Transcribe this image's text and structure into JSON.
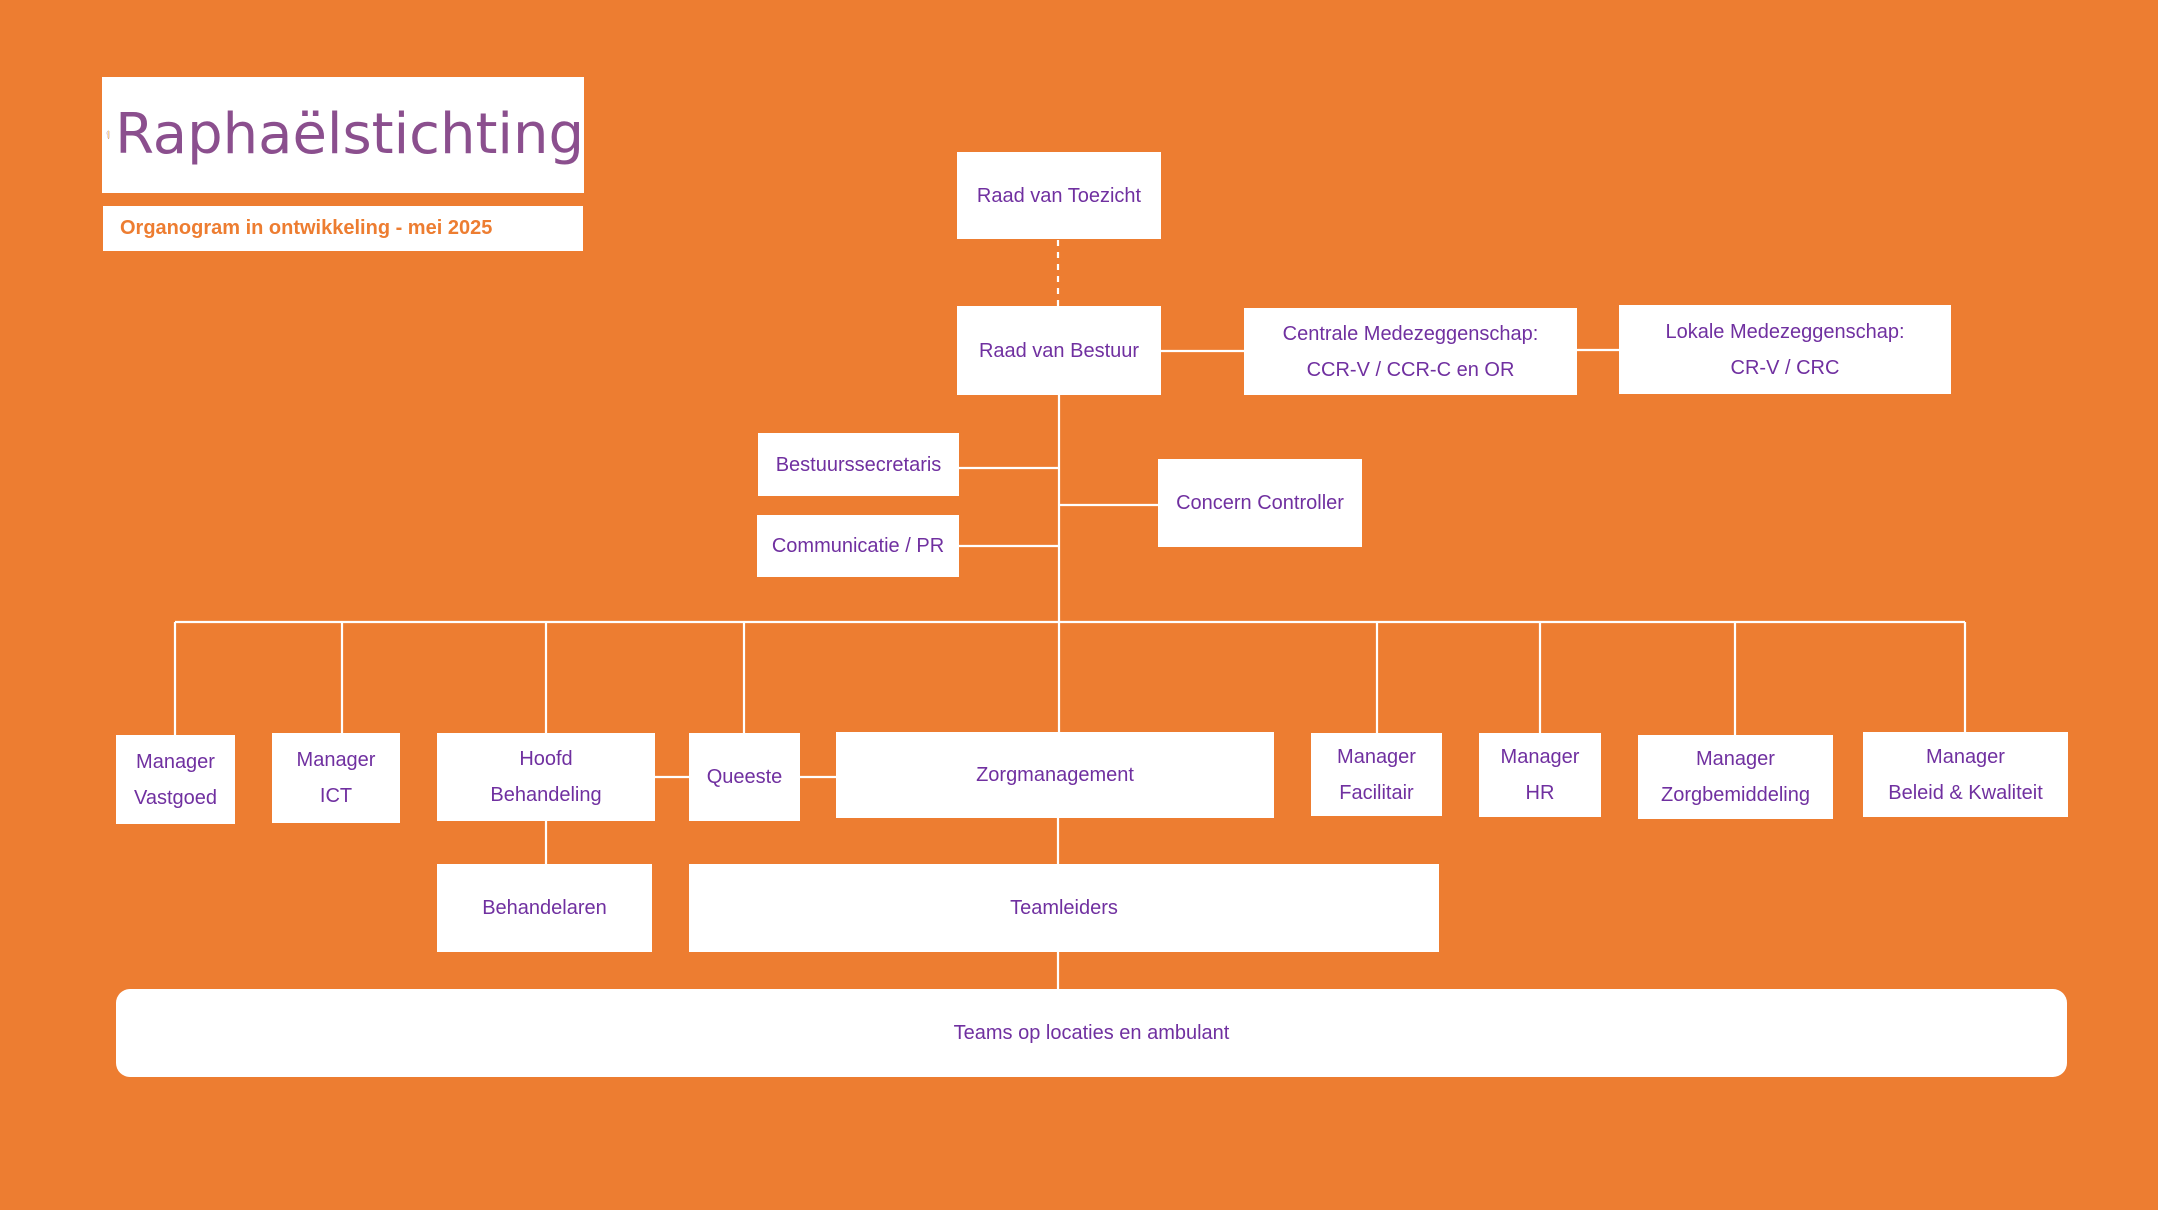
{
  "header": {
    "logo_text": "Raphaëlstichting",
    "subtitle": "Organogram in ontwikkeling - mei 2025"
  },
  "colors": {
    "background": "#ED7D31",
    "box_fill": "#FFFFFF",
    "box_text": "#7030A0",
    "logo_text": "#8B4F8E",
    "subtitle_text": "#ED7D31",
    "connector": "#FFFFFF"
  },
  "nodes": {
    "raad_van_toezicht": {
      "lines": [
        "Raad van Toezicht"
      ]
    },
    "raad_van_bestuur": {
      "lines": [
        "Raad van Bestuur"
      ]
    },
    "centrale_medezeggenschap": {
      "lines": [
        "Centrale Medezeggenschap:",
        "CCR-V / CCR-C en OR"
      ]
    },
    "lokale_medezeggenschap": {
      "lines": [
        "Lokale Medezeggenschap:",
        "CR-V / CRC"
      ]
    },
    "bestuurssecretaris": {
      "lines": [
        "Bestuurssecretaris"
      ]
    },
    "communicatie_pr": {
      "lines": [
        "Communicatie / PR"
      ]
    },
    "concern_controller": {
      "lines": [
        "Concern Controller"
      ]
    },
    "manager_vastgoed": {
      "lines": [
        "Manager",
        "Vastgoed"
      ]
    },
    "manager_ict": {
      "lines": [
        "Manager",
        "ICT"
      ]
    },
    "hoofd_behandeling": {
      "lines": [
        "Hoofd",
        "Behandeling"
      ]
    },
    "queeste": {
      "lines": [
        "Queeste"
      ]
    },
    "zorgmanagement": {
      "lines": [
        "Zorgmanagement"
      ]
    },
    "manager_facilitair": {
      "lines": [
        "Manager",
        "Facilitair"
      ]
    },
    "manager_hr": {
      "lines": [
        "Manager",
        "HR"
      ]
    },
    "manager_zorgbemiddeling": {
      "lines": [
        "Manager",
        "Zorgbemiddeling"
      ]
    },
    "manager_beleid_kwaliteit": {
      "lines": [
        "Manager",
        "Beleid & Kwaliteit"
      ]
    },
    "behandelaren": {
      "lines": [
        "Behandelaren"
      ]
    },
    "teamleiders": {
      "lines": [
        "Teamleiders"
      ]
    },
    "teams": {
      "lines": [
        "Teams op locaties en ambulant"
      ]
    }
  },
  "connections": [
    {
      "from": "raad_van_toezicht",
      "to": "raad_van_bestuur",
      "style": "dashed"
    },
    {
      "from": "raad_van_bestuur",
      "to": "centrale_medezeggenschap",
      "style": "solid"
    },
    {
      "from": "centrale_medezeggenschap",
      "to": "lokale_medezeggenschap",
      "style": "solid"
    },
    {
      "from": "raad_van_bestuur",
      "to": "bestuurssecretaris",
      "style": "solid"
    },
    {
      "from": "raad_van_bestuur",
      "to": "communicatie_pr",
      "style": "solid"
    },
    {
      "from": "raad_van_bestuur",
      "to": "concern_controller",
      "style": "solid"
    },
    {
      "from": "raad_van_bestuur",
      "to": "manager_vastgoed",
      "style": "solid"
    },
    {
      "from": "raad_van_bestuur",
      "to": "manager_ict",
      "style": "solid"
    },
    {
      "from": "raad_van_bestuur",
      "to": "hoofd_behandeling",
      "style": "solid"
    },
    {
      "from": "raad_van_bestuur",
      "to": "queeste",
      "style": "solid"
    },
    {
      "from": "raad_van_bestuur",
      "to": "zorgmanagement",
      "style": "solid"
    },
    {
      "from": "raad_van_bestuur",
      "to": "manager_facilitair",
      "style": "solid"
    },
    {
      "from": "raad_van_bestuur",
      "to": "manager_hr",
      "style": "solid"
    },
    {
      "from": "raad_van_bestuur",
      "to": "manager_zorgbemiddeling",
      "style": "solid"
    },
    {
      "from": "raad_van_bestuur",
      "to": "manager_beleid_kwaliteit",
      "style": "solid"
    },
    {
      "from": "hoofd_behandeling",
      "to": "queeste",
      "style": "solid"
    },
    {
      "from": "queeste",
      "to": "zorgmanagement",
      "style": "solid"
    },
    {
      "from": "hoofd_behandeling",
      "to": "behandelaren",
      "style": "solid"
    },
    {
      "from": "zorgmanagement",
      "to": "teamleiders",
      "style": "solid"
    },
    {
      "from": "teamleiders",
      "to": "teams",
      "style": "solid"
    }
  ]
}
